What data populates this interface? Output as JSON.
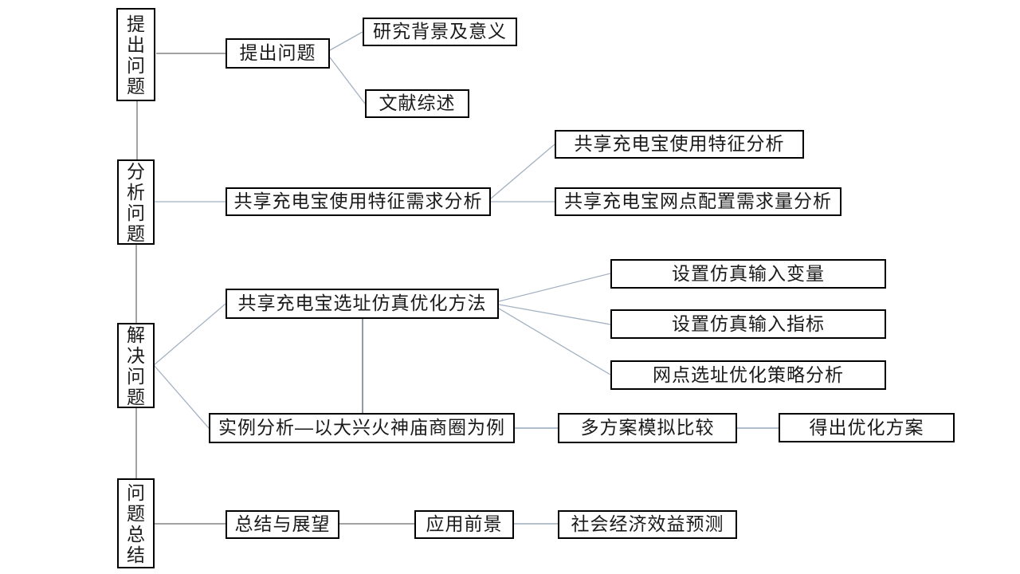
{
  "diagram": {
    "type": "flowchart",
    "stages": [
      {
        "id": "raise",
        "label": "提出问题"
      },
      {
        "id": "analyze",
        "label": "分析问题"
      },
      {
        "id": "solve",
        "label": "解决问题"
      },
      {
        "id": "summary",
        "label": "问题总结"
      }
    ],
    "nodes": {
      "raise_problem": "提出问题",
      "research_background": "研究背景及意义",
      "literature_review": "文献综述",
      "usage_demand_analysis": "共享充电宝使用特征需求分析",
      "usage_characteristics": "共享充电宝使用特征分析",
      "outlet_config_demand": "共享充电宝网点配置需求量分析",
      "siting_simulation_method": "共享充电宝选址仿真优化方法",
      "sim_input_variables": "设置仿真输入变量",
      "sim_input_indicators": "设置仿真输入指标",
      "siting_strategy_analysis": "网点选址优化策略分析",
      "case_study": "实例分析—以大兴火神庙商圈为例",
      "multi_scheme_comparison": "多方案模拟比较",
      "optimized_scheme": "得出优化方案",
      "summary_outlook": "总结与展望",
      "application_prospect": "应用前景",
      "benefit_prediction": "社会经济效益预测"
    },
    "colors": {
      "background": "#ffffff",
      "box_border": "#000000",
      "text": "#1a1a1a",
      "spine_line": "#666666",
      "gray_line": "#6b6b6b",
      "blue_line": "#a3b1c2",
      "blue_line_dark": "#7d93ad",
      "dark_line": "#4a5560"
    }
  }
}
